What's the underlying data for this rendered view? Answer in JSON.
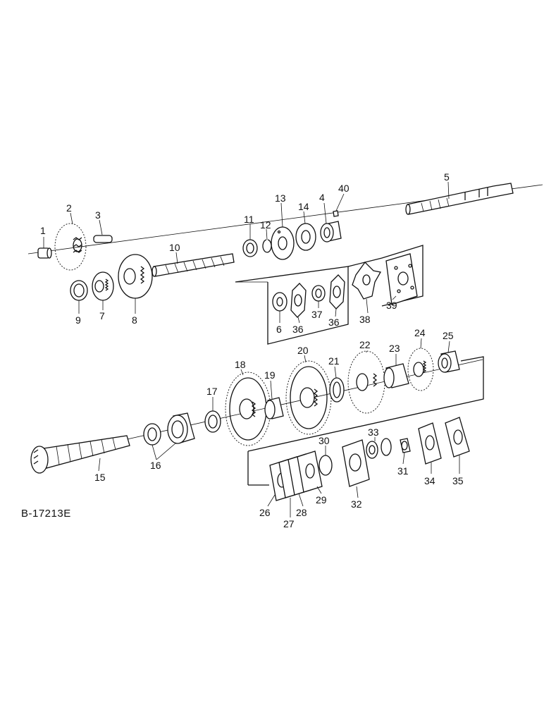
{
  "reference_code": "B-17213E",
  "callouts": {
    "n1": "1",
    "n2": "2",
    "n3": "3",
    "n4": "4",
    "n5": "5",
    "n6": "6",
    "n7": "7",
    "n8": "8",
    "n9": "9",
    "n10": "10",
    "n11": "11",
    "n12": "12",
    "n13": "13",
    "n14": "14",
    "n15": "15",
    "n16": "16",
    "n17": "17",
    "n18": "18",
    "n19": "19",
    "n20": "20",
    "n21": "21",
    "n22": "22",
    "n23": "23",
    "n24": "24",
    "n25": "25",
    "n26": "26",
    "n27": "27",
    "n28": "28",
    "n29": "29",
    "n30": "30",
    "n31": "31",
    "n32": "32",
    "n33": "33",
    "n34": "34",
    "n35": "35",
    "n36a": "36",
    "n36b": "36",
    "n37": "37",
    "n38": "38",
    "n39": "39",
    "n40": "40"
  }
}
